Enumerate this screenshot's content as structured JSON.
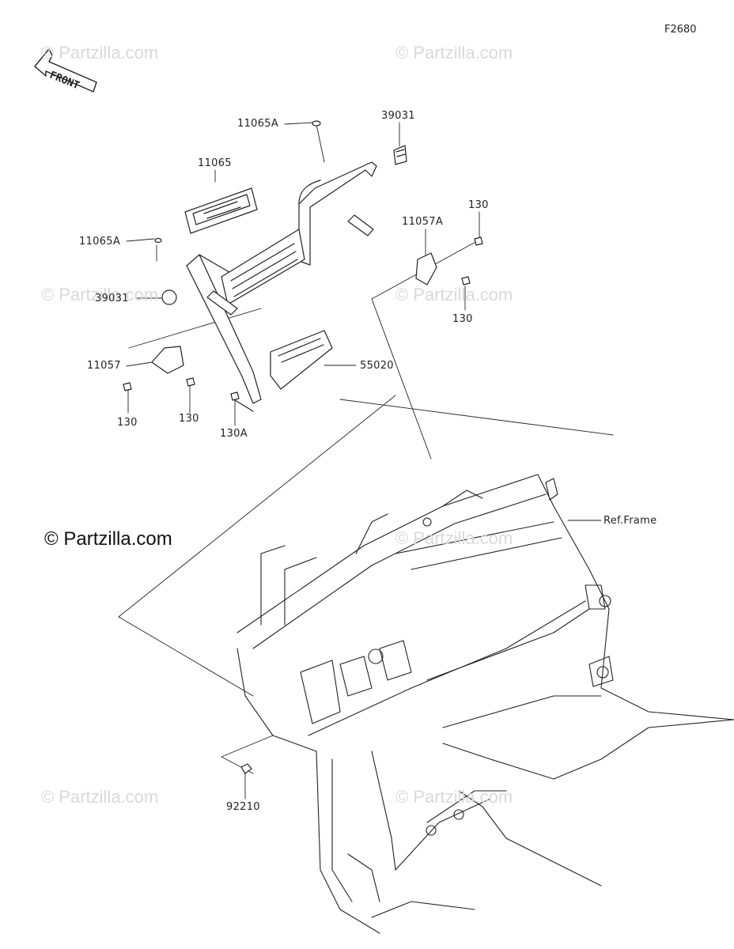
{
  "figure_id": "F2680",
  "front_label": "FRONT",
  "watermark_text": "© Partzilla.com",
  "copyright_text": "© Partzilla.com",
  "callouts": {
    "p11065A_top": "11065A",
    "p39031_top": "39031",
    "p11065": "11065",
    "p130_tr": "130",
    "p11057A": "11057A",
    "p11065A_left": "11065A",
    "p39031_left": "39031",
    "p130_right": "130",
    "p11057": "11057",
    "p55020": "55020",
    "p130_bl": "130",
    "p130_bm": "130",
    "p130A": "130A",
    "ref_frame": "Ref.Frame",
    "p92210": "92210"
  },
  "colors": {
    "line": "#222222",
    "watermark": "#d9d9d9"
  }
}
